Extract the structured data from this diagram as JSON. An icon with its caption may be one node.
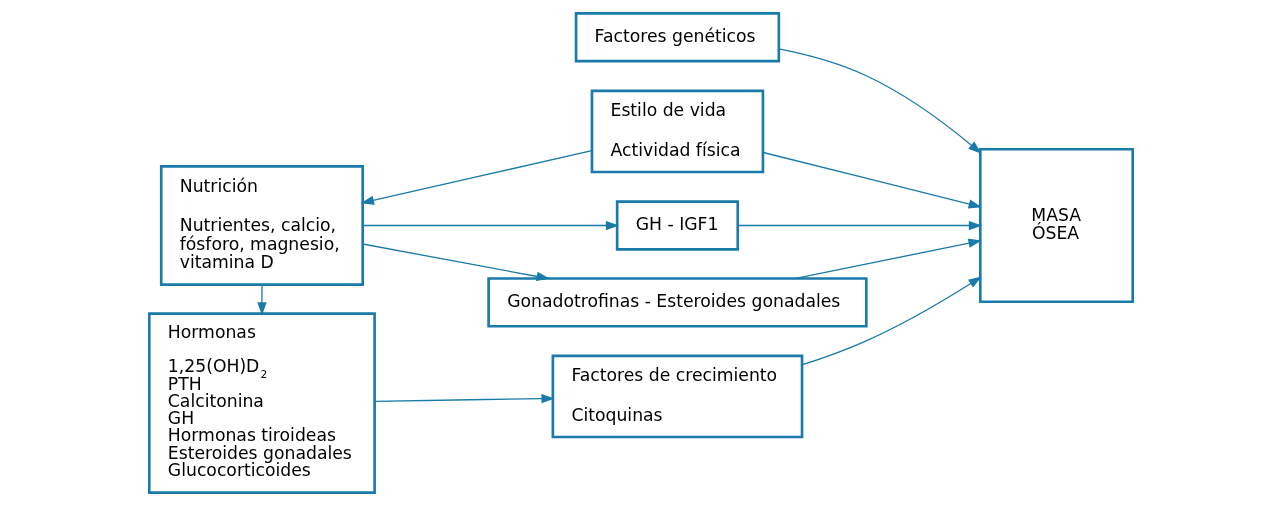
{
  "diagram": {
    "nodes": [
      {
        "text": [
          "Nutrición",
          "Nutrientes, calcio, fósforo, magnesio, vitamina D"
        ]
      },
      {
        "text": [
          "Estilo de vida",
          "Actividad física"
        ]
      },
      {
        "text": [
          "Factores genéticos"
        ]
      },
      {
        "text": [
          "MASA ÓSEA"
        ]
      },
      {
        "text": [
          "GH - IGF1"
        ]
      },
      {
        "text": [
          "Gonadotrofinas - Esteroides gonadales"
        ]
      },
      {
        "text": [
          "Hormonas",
          "1,25(OH)D$_{2}$",
          "PTH",
          "Calcitonina",
          "GH",
          "Hormonas tiroideas",
          "Esteroides gonadales",
          "Glucocorticoides"
        ]
      },
      {
        "text": [
          "Factores de crecimiento",
          "Citoquinas"
        ]
      }
    ],
    "edges": [
      {
        "from": 1,
        "to": 0,
        "arrow": "to"
      },
      {
        "from": 1,
        "to": 3,
        "arrow": "to"
      },
      {
        "from": 2,
        "to": 3,
        "arrow": "to"
      },
      {
        "from": 4,
        "to": 3,
        "arrow": "to"
      },
      {
        "from": 5,
        "to": 3,
        "arrow": "to"
      },
      {
        "from": 0,
        "to": 6,
        "arrow": "to"
      },
      {
        "from": 0,
        "to": 4,
        "arrow": "to"
      },
      {
        "from": 0,
        "to": 5,
        "arrow": "to"
      },
      {
        "from": 6,
        "to": 7,
        "arrow": "to"
      },
      {
        "from": 7,
        "to": 3,
        "arrow": "to"
      }
    ]
  }
}
